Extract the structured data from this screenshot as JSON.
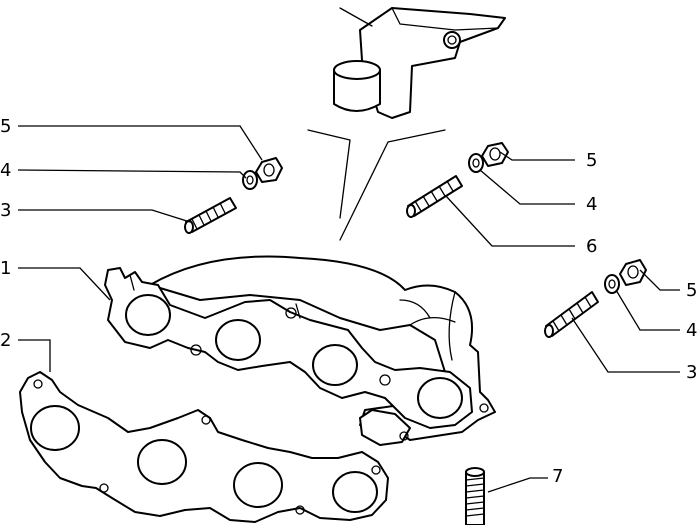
{
  "diagram": {
    "callouts": {
      "left_5": "5",
      "left_4": "4",
      "left_3": "3",
      "right_top_5": "5",
      "right_top_4": "4",
      "right_top_6": "6",
      "right_5": "5",
      "right_4": "4",
      "right_3": "3",
      "part_1": "1",
      "part_2": "2",
      "part_7": "7"
    }
  }
}
